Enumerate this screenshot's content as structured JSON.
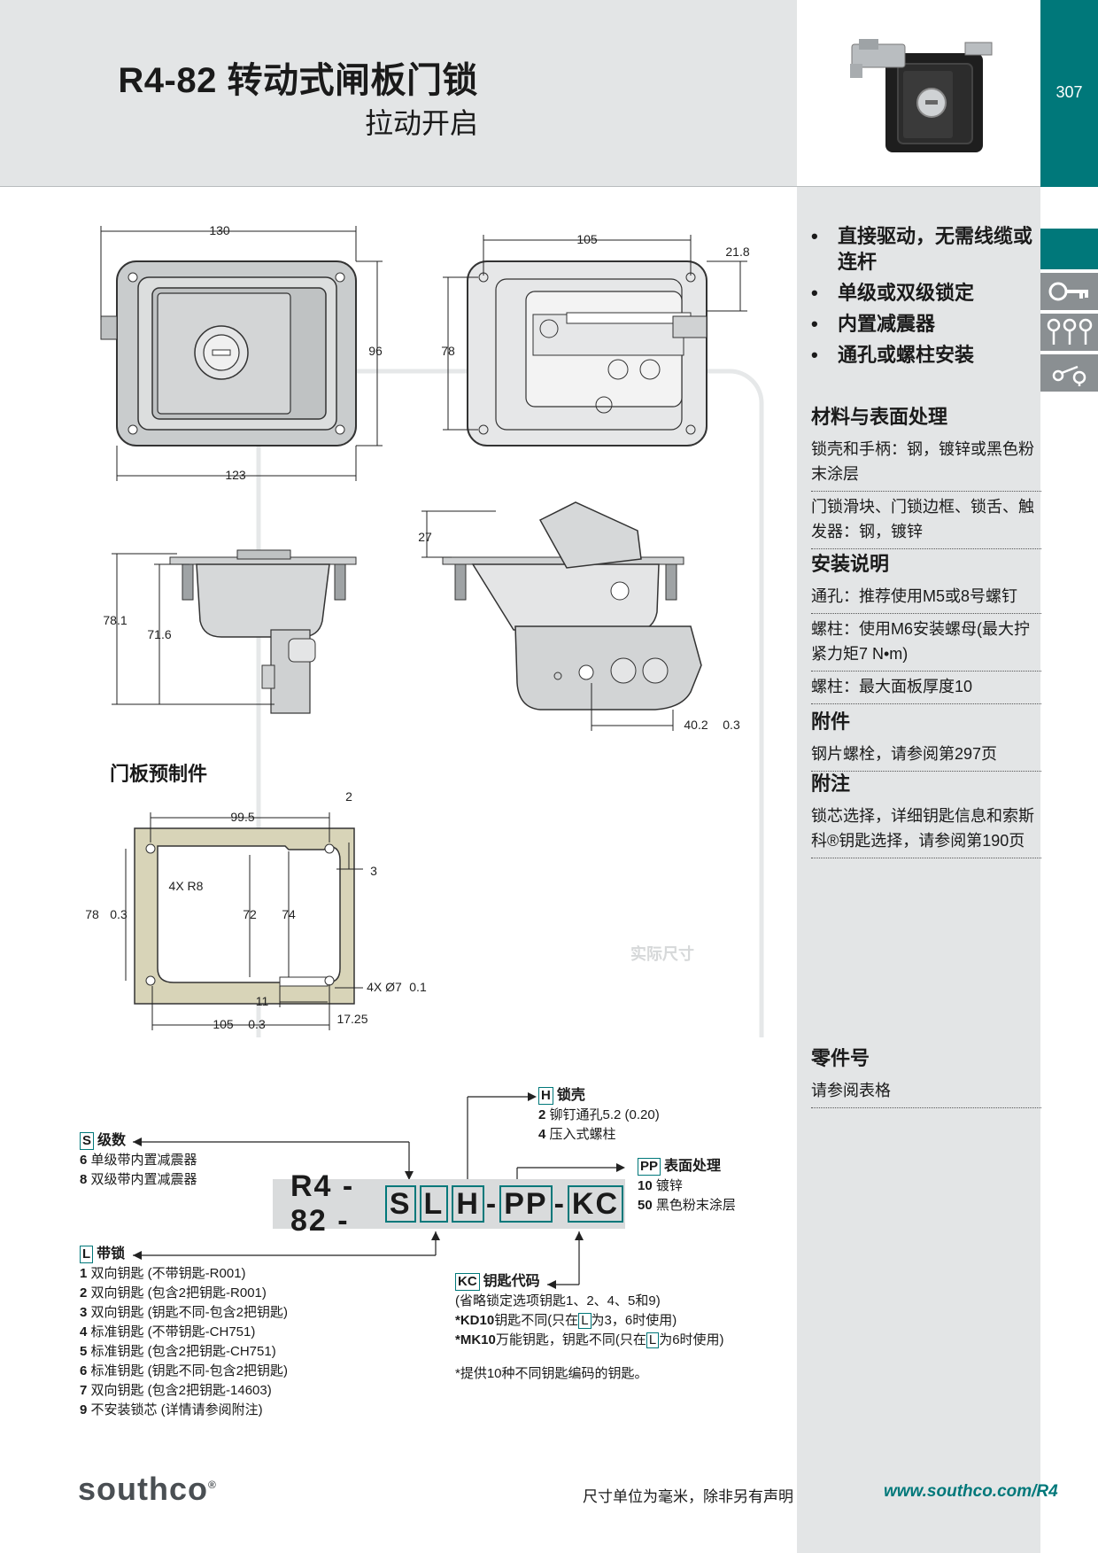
{
  "header": {
    "model": "R4-82",
    "title": "转动式闸板门锁",
    "subtitle": "拉动开启",
    "page_number": "307"
  },
  "features": [
    "直接驱动，无需线缆或连杆",
    "单级或双级锁定",
    "内置减震器",
    "通孔或螺柱安装"
  ],
  "specs": {
    "material": {
      "title": "材料与表面处理",
      "items": [
        "锁壳和手柄：钢，镀锌或黑色粉末涂层",
        "门锁滑块、门锁边框、锁舌、触发器：钢，镀锌"
      ]
    },
    "install": {
      "title": "安装说明",
      "items": [
        "通孔：推荐使用M5或8号螺钉",
        "螺柱：使用M6安装螺母(最大拧紧力矩7 N•m)",
        "螺柱：最大面板厚度10"
      ]
    },
    "accessories": {
      "title": "附件",
      "items": [
        "钢片螺栓，请参阅第297页"
      ]
    },
    "notes": {
      "title": "附注",
      "items": [
        "锁芯选择，详细钥匙信息和索斯科®钥匙选择，请参阅第190页"
      ]
    },
    "part_number": {
      "title": "零件号",
      "items": [
        "请参阅表格"
      ]
    }
  },
  "drawing": {
    "dims": {
      "d130": "130",
      "d96": "96",
      "d123": "123",
      "d105": "105",
      "d218": "21.8",
      "d78": "78",
      "d27": "27",
      "d781": "78.1",
      "d716": "71.6",
      "d402": "40.2",
      "d03": "0.3",
      "c995": "99.5",
      "c2": "2",
      "c3": "3",
      "c4xr8": "4X R8",
      "c78": "78",
      "c03a": "0.3",
      "c72": "72",
      "c74": "74",
      "c11": "11",
      "c4x7": "4X Ø7",
      "c01": "0.1",
      "c1725": "17.25",
      "c105": "105",
      "c03b": "0.3"
    },
    "actual_size_label": "实际尺寸",
    "cutout_title": "门板预制件"
  },
  "part_builder": {
    "prefix": "R4 - 82 -",
    "codes": [
      "S",
      "L",
      "H",
      "PP",
      "KC"
    ],
    "dash": "-",
    "S": {
      "code": "S",
      "title": "级数",
      "lines": [
        {
          "n": "6",
          "t": "单级带内置减震器"
        },
        {
          "n": "8",
          "t": "双级带内置减震器"
        }
      ]
    },
    "H": {
      "code": "H",
      "title": "锁壳",
      "lines": [
        {
          "n": "2",
          "t": "铆钉通孔5.2 (0.20)"
        },
        {
          "n": "4",
          "t": "压入式螺柱"
        }
      ]
    },
    "PP": {
      "code": "PP",
      "title": "表面处理",
      "lines": [
        {
          "n": "10",
          "t": "镀锌"
        },
        {
          "n": "50",
          "t": "黑色粉末涂层"
        }
      ]
    },
    "L": {
      "code": "L",
      "title": "带锁",
      "lines": [
        {
          "n": "1",
          "t": "双向钥匙 (不带钥匙-R001)"
        },
        {
          "n": "2",
          "t": "双向钥匙 (包含2把钥匙-R001)"
        },
        {
          "n": "3",
          "t": "双向钥匙 (钥匙不同-包含2把钥匙)"
        },
        {
          "n": "4",
          "t": "标准钥匙 (不带钥匙-CH751)"
        },
        {
          "n": "5",
          "t": "标准钥匙 (包含2把钥匙-CH751)"
        },
        {
          "n": "6",
          "t": "标准钥匙 (钥匙不同-包含2把钥匙)"
        },
        {
          "n": "7",
          "t": "双向钥匙 (包含2把钥匙-14603)"
        },
        {
          "n": "9",
          "t": "不安装锁芯 (详情请参阅附注)"
        }
      ]
    },
    "KC": {
      "code": "KC",
      "title": "钥匙代码",
      "line1": "(省略锁定选项钥匙1、2、4、5和9)",
      "kd10_prefix": "*KD10",
      "kd10_text": "钥匙不同(只在",
      "kd10_suffix": "为3，6时使用)",
      "mk10_prefix": "*MK10",
      "mk10_text": "万能钥匙，钥匙不同(只在",
      "mk10_suffix": "为6时使用)",
      "inline_code": "L",
      "footnote": "*提供10种不同钥匙编码的钥匙。"
    }
  },
  "footer": {
    "logo": "southco",
    "logo_mark": "®",
    "note": "尺寸单位为毫米，除非另有声明",
    "url": "www.southco.com/R4"
  }
}
